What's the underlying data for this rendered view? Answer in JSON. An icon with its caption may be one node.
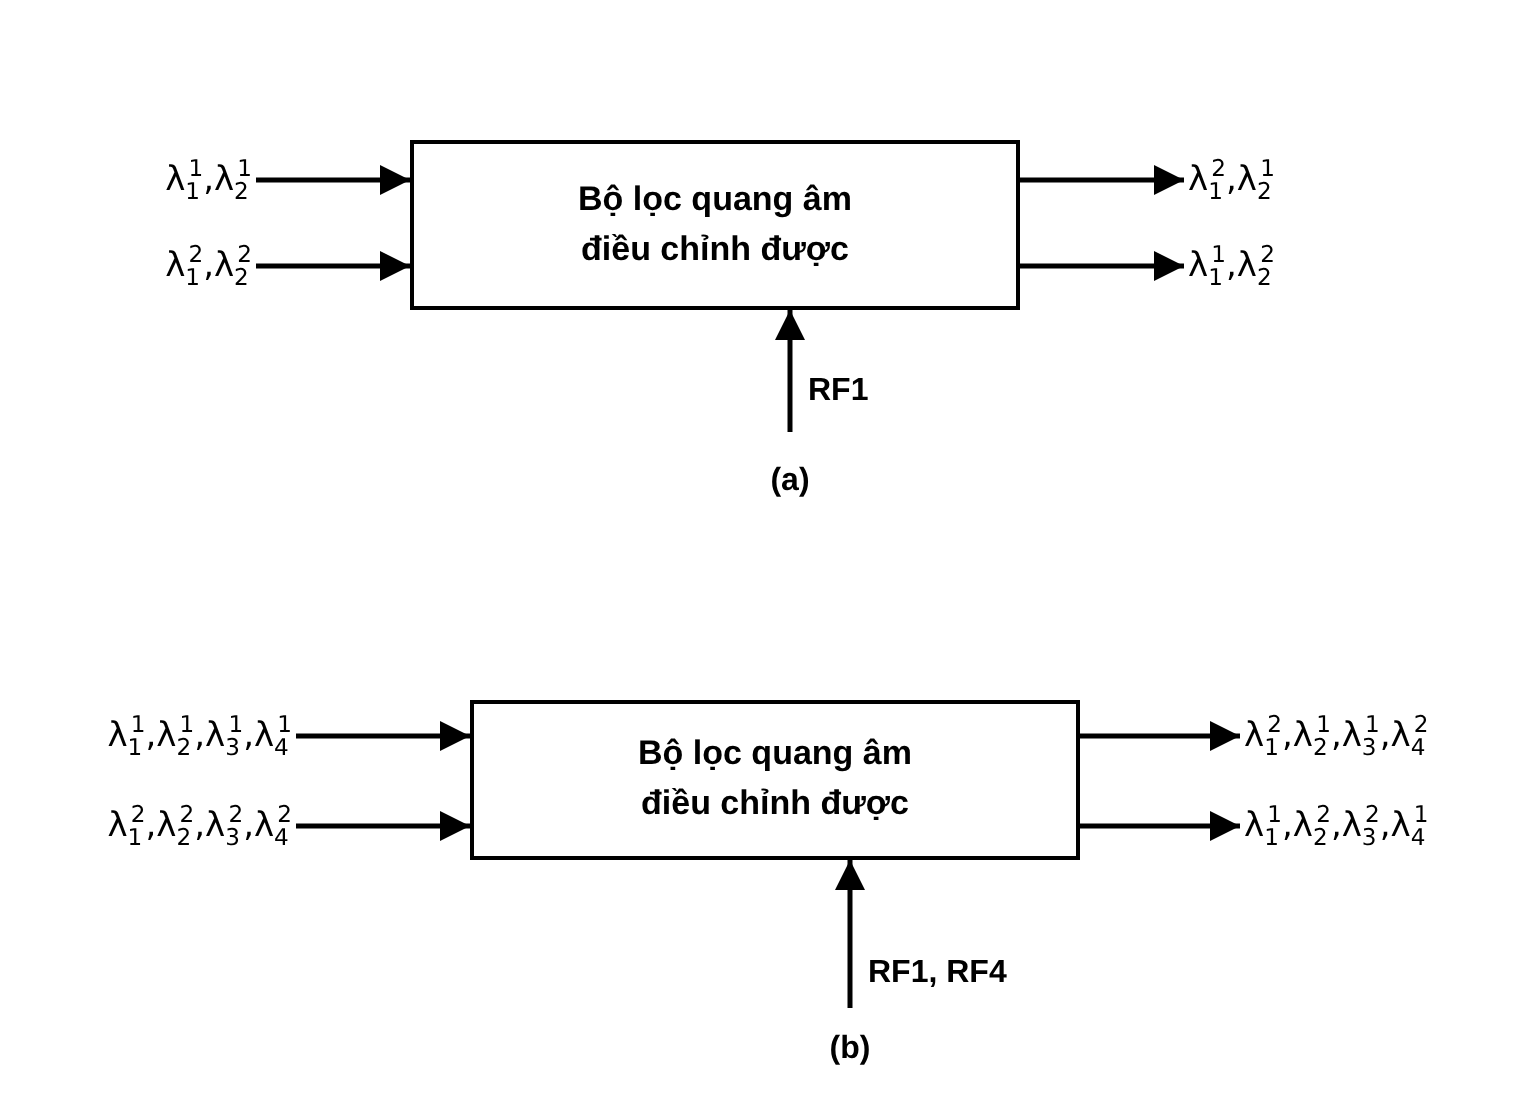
{
  "diagram": {
    "nodes": [
      {
        "text": [
          "Bộ lọc quang âm điều chỉnh được"
        ]
      },
      {
        "text": [
          "λ$_{1}$$^{1}$,λ$_{2}$$^{1}$"
        ]
      },
      {
        "text": [
          "λ$_{1}$$^{2}$,λ$_{2}$$^{2}$"
        ]
      },
      {
        "text": [
          "λ$_{1}$$^{2}$,λ$_{2}$$^{1}$"
        ]
      },
      {
        "text": [
          "λ$_{1}$$^{1}$,λ$_{2}$$^{2}$"
        ]
      },
      {
        "text": [
          "RF1"
        ]
      },
      {
        "text": [
          "Bộ lọc quang âm điều chỉnh được"
        ]
      },
      {
        "text": [
          "λ$_{1}$$^{1}$,λ$_{2}$$^{1}$,λ$_{3}$$^{1}$,λ$_{4}$$^{1}$"
        ]
      },
      {
        "text": [
          "λ$_{1}$$^{2}$,λ$_{2}$$^{2}$,λ$_{3}$$^{2}$,λ$_{4}$$^{2}$"
        ]
      },
      {
        "text": [
          "λ$_{1}$$^{2}$,λ$_{2}$$^{1}$,λ$_{3}$$^{1}$,λ$_{4}$$^{2}$"
        ]
      },
      {
        "text": [
          "λ$_{1}$$^{1}$,λ$_{2}$$^{2}$,λ$_{3}$$^{2}$,λ$_{4}$$^{1}$"
        ]
      },
      {
        "text": [
          "RF1, RF4"
        ]
      }
    ],
    "edges": [
      {
        "from": 1,
        "to": 0,
        "arrow": "to"
      },
      {
        "from": 2,
        "to": 0,
        "arrow": "to"
      },
      {
        "from": 0,
        "to": 3,
        "arrow": "to"
      },
      {
        "from": 0,
        "to": 4,
        "arrow": "to"
      },
      {
        "from": 5,
        "to": 0,
        "arrow": "to"
      },
      {
        "from": 7,
        "to": 6,
        "arrow": "to"
      },
      {
        "from": 8,
        "to": 6,
        "arrow": "to"
      },
      {
        "from": 6,
        "to": 9,
        "arrow": "to"
      },
      {
        "from": 6,
        "to": 10,
        "arrow": "to"
      },
      {
        "from": 11,
        "to": 6,
        "arrow": "to"
      }
    ],
    "labels": [
      "(a)",
      "(b)"
    ]
  }
}
